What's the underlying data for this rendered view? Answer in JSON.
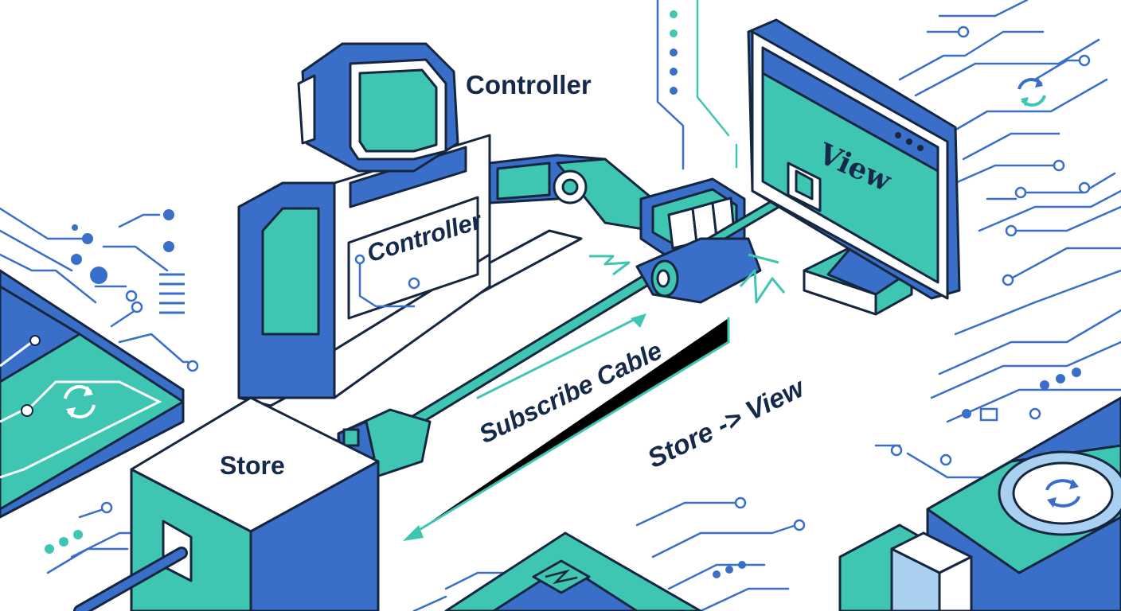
{
  "labels": {
    "controller_header": "Controller",
    "controller_badge": "Controller",
    "view_screen": "View",
    "store_box": "Store",
    "subscribe_cable": "Subscribe Cable",
    "store_to_view": "Store -> View"
  },
  "colors": {
    "blue": "#3a6fc9",
    "teal": "#3fc6b3",
    "navy": "#16263f",
    "light_blue": "#a9cff1"
  },
  "icons": [
    "sync-icon",
    "window-dots-icon",
    "circuit-trace-icon"
  ]
}
